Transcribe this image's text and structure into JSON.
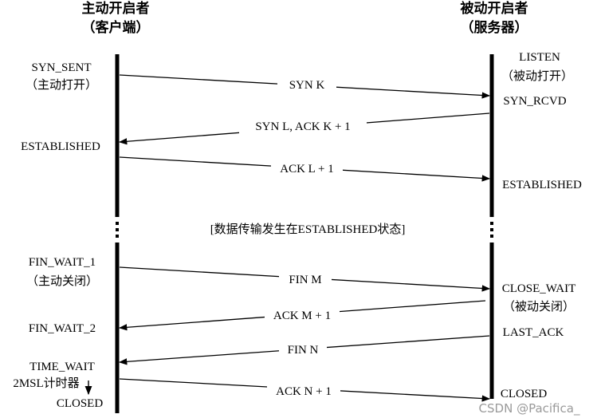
{
  "client": {
    "title": "主动开启者",
    "subtitle": "（客户端）"
  },
  "server": {
    "title": "被动开启者",
    "subtitle": "（服务器）"
  },
  "client_states": {
    "syn_sent": "SYN_SENT",
    "active_open": "（主动打开）",
    "established": "ESTABLISHED",
    "fin_wait_1": "FIN_WAIT_1",
    "active_close": "（主动关闭）",
    "fin_wait_2": "FIN_WAIT_2",
    "time_wait": "TIME_WAIT",
    "timer": "2MSL计时器",
    "closed": "CLOSED"
  },
  "server_states": {
    "listen": "LISTEN",
    "passive_open": "（被动打开）",
    "syn_rcvd": "SYN_RCVD",
    "established": "ESTABLISHED",
    "close_wait": "CLOSE_WAIT",
    "passive_close": "（被动关闭）",
    "last_ack": "LAST_ACK",
    "closed": "CLOSED"
  },
  "messages": {
    "syn_k": "SYN K",
    "syn_l_ack": "SYN L, ACK K + 1",
    "ack_l": "ACK L + 1",
    "fin_m": "FIN M",
    "ack_m": "ACK M + 1",
    "fin_n": "FIN N",
    "ack_n": "ACK N + 1"
  },
  "middle_note": "[数据传输发生在ESTABLISHED状态]",
  "watermark": "CSDN @Pacifica_"
}
